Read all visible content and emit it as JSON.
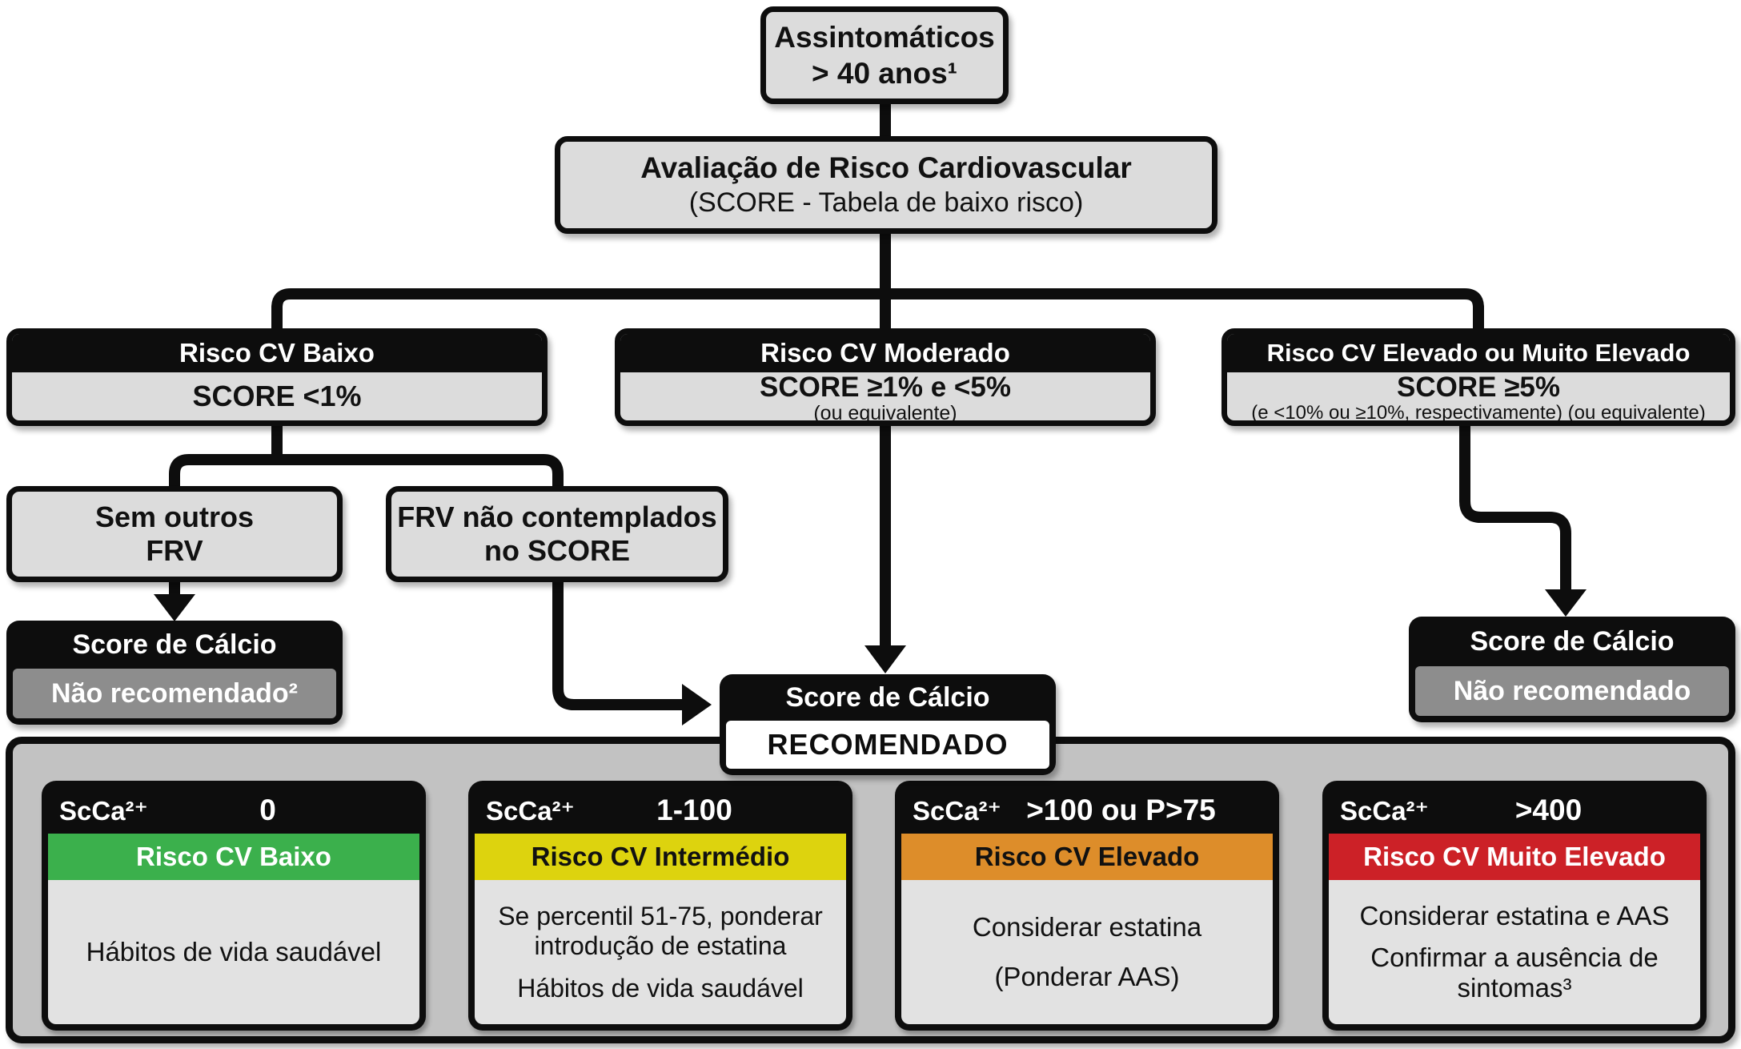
{
  "flow": {
    "start": {
      "line1": "Assintomáticos",
      "line2": "> 40 anos¹"
    },
    "assessment": {
      "line1": "Avaliação de Risco Cardiovascular",
      "line2": "(SCORE - Tabela de baixo risco)"
    },
    "branches": [
      {
        "title": "Risco CV Baixo",
        "score": "SCORE <1%",
        "note": ""
      },
      {
        "title": "Risco CV Moderado",
        "score": "SCORE ≥1% e <5%",
        "note": "(ou equivalente)"
      },
      {
        "title": "Risco CV Elevado ou Muito Elevado",
        "score": "SCORE ≥5%",
        "note": "(e <10% ou ≥10%, respectivamente) (ou equivalente)"
      }
    ],
    "frv_none": {
      "line1": "Sem outros",
      "line2": "FRV"
    },
    "frv_extra": {
      "line1": "FRV não contemplados",
      "line2": "no SCORE"
    },
    "calcium_left": {
      "title": "Score de Cálcio",
      "status": "Não recomendado²"
    },
    "calcium_center": {
      "title": "Score de Cálcio",
      "status": "RECOMENDADO"
    },
    "calcium_right": {
      "title": "Score de Cálcio",
      "status": "Não recomendado"
    }
  },
  "cards": [
    {
      "label": "ScCa²⁺",
      "value": "0",
      "risk": "Risco CV Baixo",
      "band_color": "#3bb04c",
      "band_text_color": "#ffffff",
      "body": [
        "Hábitos de vida saudável"
      ]
    },
    {
      "label": "ScCa²⁺",
      "value": "1-100",
      "risk": "Risco CV Intermédio",
      "band_color": "#ddd30e",
      "band_text_color": "#111111",
      "body": [
        "Se percentil 51-75, ponderar introdução de estatina",
        "Hábitos de vida saudável"
      ]
    },
    {
      "label": "ScCa²⁺",
      "value": ">100 ou P>75",
      "risk": "Risco CV Elevado",
      "band_color": "#dd8d2a",
      "band_text_color": "#111111",
      "body": [
        "Considerar estatina",
        "(Ponderar AAS)"
      ]
    },
    {
      "label": "ScCa²⁺",
      "value": ">400",
      "risk": "Risco CV Muito Elevado",
      "band_color": "#cc2127",
      "band_text_color": "#ffffff",
      "body": [
        "Considerar estatina e AAS",
        "Confirmar a ausência de sintomas³"
      ]
    }
  ],
  "colors": {
    "line_black": "#0d0d0d",
    "box_grey": "#dcdcdc",
    "panel_grey": "#c2c2c2",
    "status_grey": "#8d8d8d",
    "risk_low_green": "#3bb04c",
    "risk_intermediate_yellow": "#ddd30e",
    "risk_high_orange": "#dd8d2a",
    "risk_veryhigh_red": "#cc2127"
  }
}
